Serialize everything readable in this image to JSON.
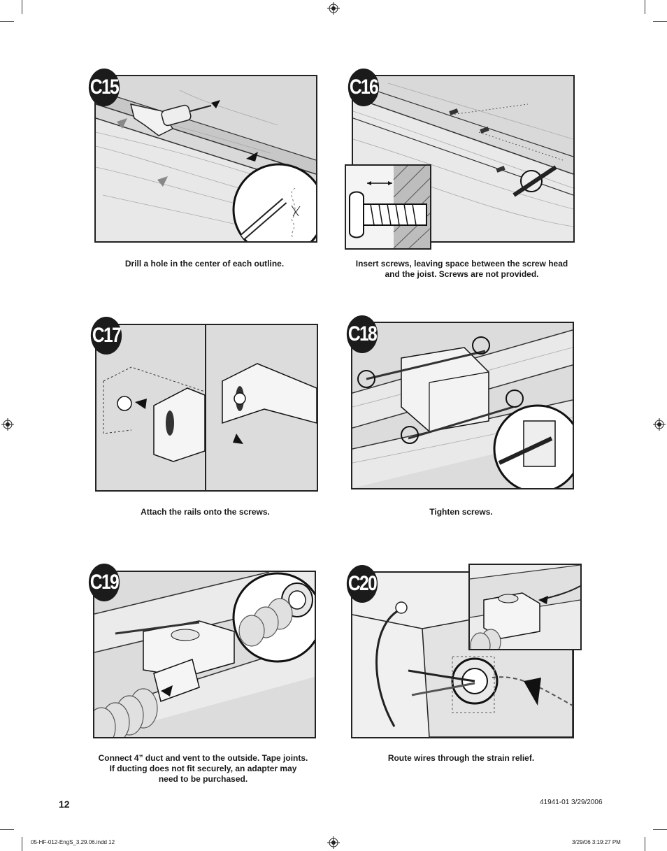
{
  "steps": {
    "c15": {
      "label": "C15",
      "caption": [
        "Drill a hole in the center of each outline."
      ]
    },
    "c16": {
      "label": "C16",
      "caption": [
        "Insert screws, leaving space between the screw head",
        "and the joist. Screws are not provided."
      ]
    },
    "c17": {
      "label": "C17",
      "caption": [
        "Attach the rails onto the screws."
      ]
    },
    "c18": {
      "label": "C18",
      "caption": [
        "Tighten screws."
      ]
    },
    "c19": {
      "label": "C19",
      "caption": [
        "Connect 4” duct and vent to the outside. Tape joints.",
        "If ducting does not fit securely, an adapter may",
        "need to be purchased."
      ]
    },
    "c20": {
      "label": "C20",
      "caption": [
        "Route wires through the strain relief."
      ]
    }
  },
  "footer": {
    "page_number": "12",
    "doc_code": "41941-01   3/29/2006",
    "file_slug": "05-HF-012-EngS_3.29.06.indd   12",
    "timestamp": "3/29/06   3:19:27 PM"
  }
}
